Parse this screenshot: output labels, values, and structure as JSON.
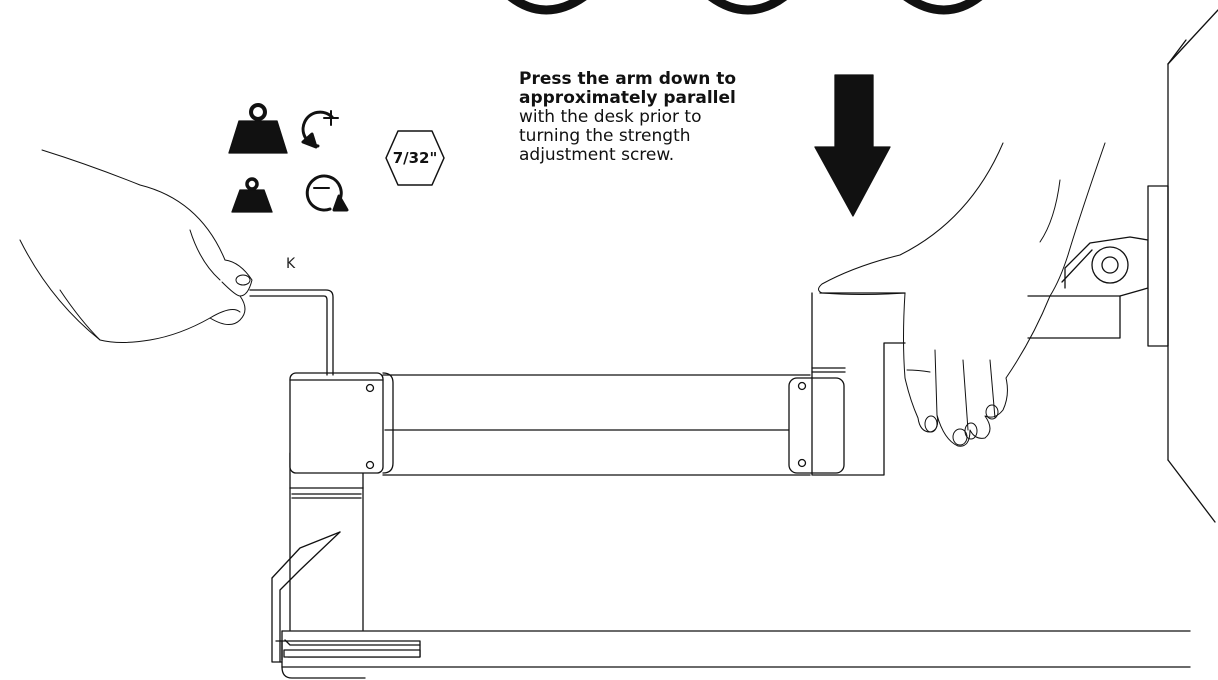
{
  "instruction": {
    "bold_line_1": "Press the arm down to",
    "bold_line_2": "approximately parallel",
    "line_3": "with the desk prior to",
    "line_4": "turning the strength",
    "line_5": "adjustment screw."
  },
  "hex_key_size": "7/32\"",
  "hand_label": "K",
  "icons": {
    "heavy_weight": "weight-heavy-icon",
    "light_weight": "weight-light-icon",
    "rotate_plus": "rotate-clockwise-plus-icon",
    "rotate_minus": "rotate-counterclockwise-minus-icon",
    "down_arrow": "down-arrow-icon",
    "hex_key": "hex-key-size-icon"
  },
  "colors": {
    "ink": "#111111",
    "fill": "#ffffff"
  }
}
